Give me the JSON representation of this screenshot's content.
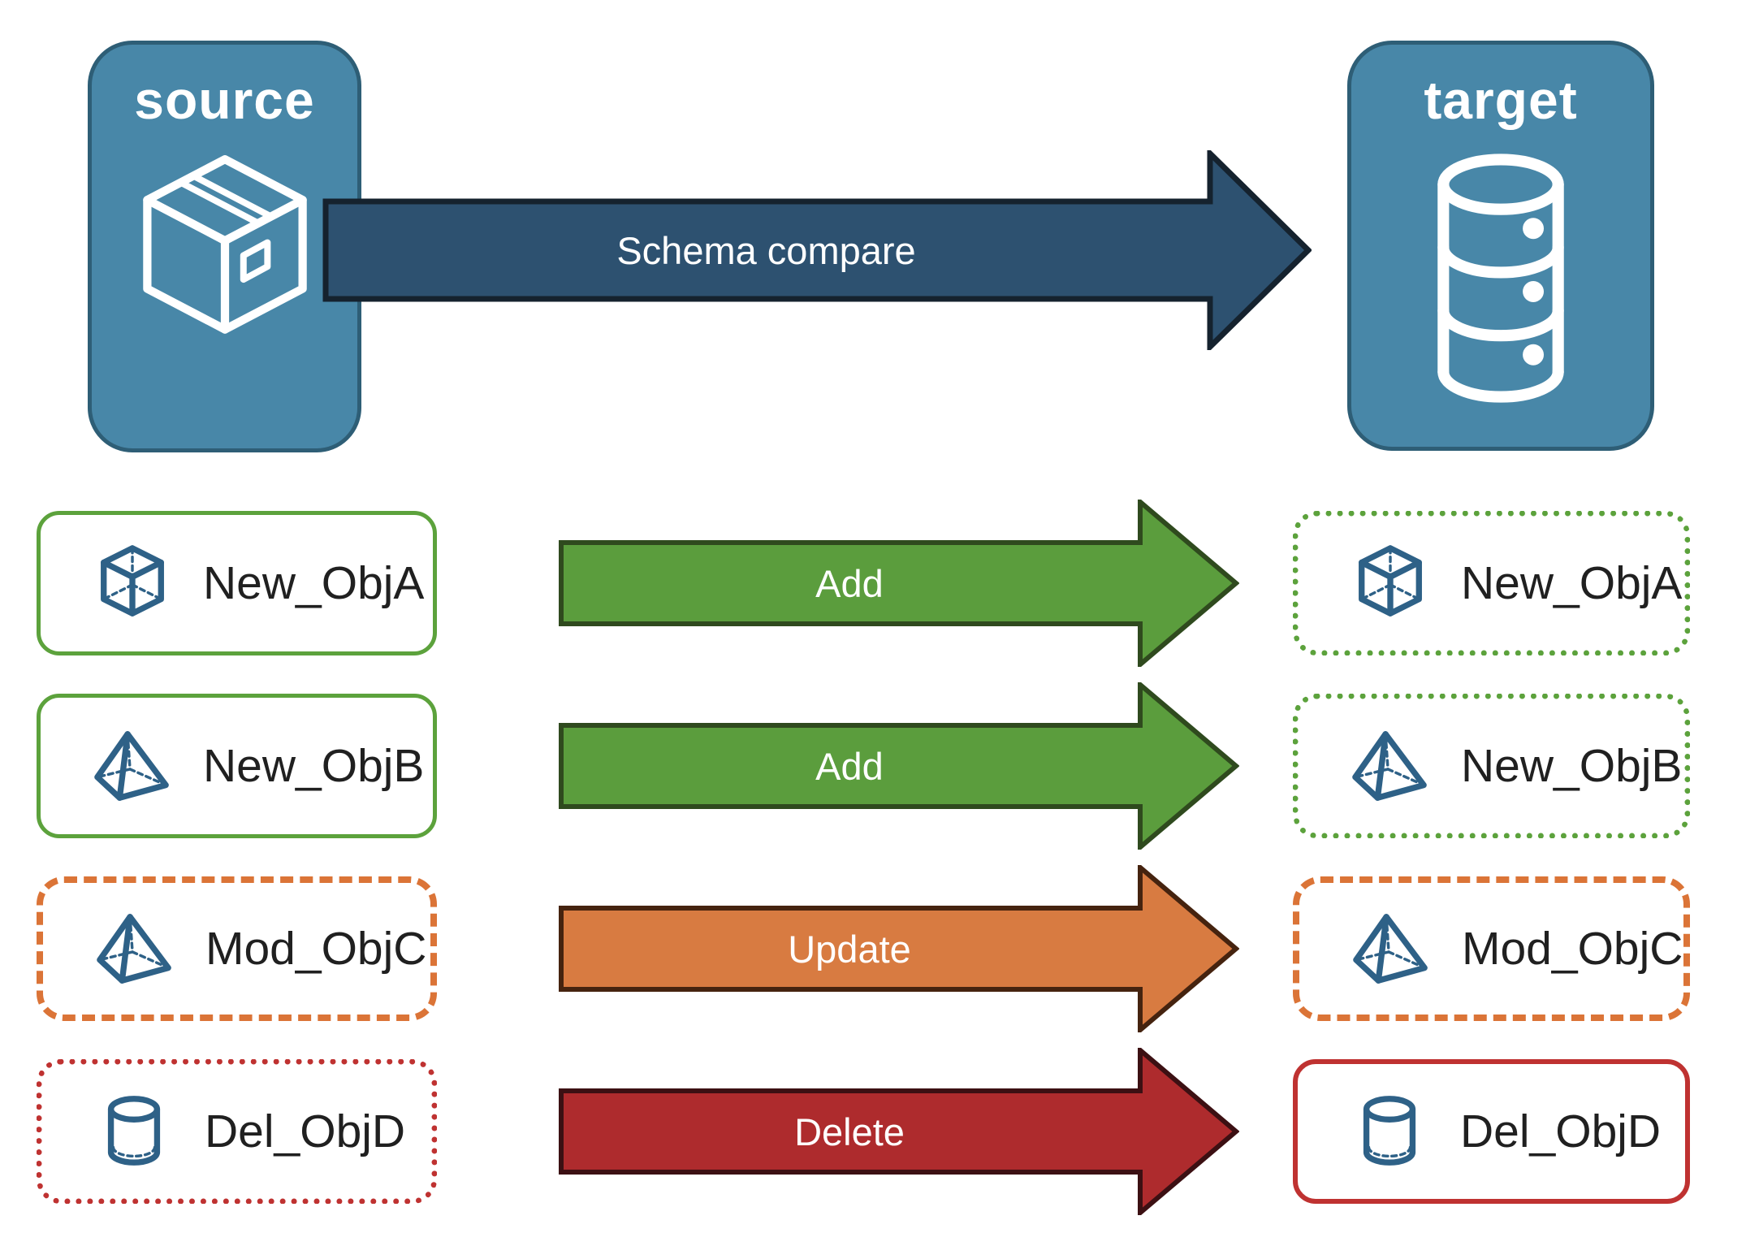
{
  "palette": {
    "canvas-bg": "#FFFFFF",
    "teal-fill": "#4887A8",
    "teal-border": "#2E5E76",
    "navy-fill": "#2D5170",
    "navy-border": "#15222E",
    "green-fill": "#5B9D3D",
    "green-border": "#2F4A1E",
    "orange-fill": "#D87B41",
    "orange-border": "#45230F",
    "red-fill": "#AE2B2D",
    "red-border": "#3C1013",
    "green-outline": "#5CA23C",
    "orange-outline": "#DB7437",
    "red-outline": "#BF3231",
    "icon-blue": "#2E6187",
    "label-color": "#202020"
  },
  "source_node": {
    "title": "source",
    "icon": "package-box-icon"
  },
  "target_node": {
    "title": "target",
    "icon": "database-icon"
  },
  "main_arrow": {
    "label": "Schema compare"
  },
  "rows": [
    {
      "source": {
        "label": "New_ObjA",
        "icon": "cube-icon",
        "border_style": "solid-green"
      },
      "arrow": {
        "label": "Add",
        "color": "green"
      },
      "target": {
        "label": "New_ObjA",
        "icon": "cube-icon",
        "border_style": "dotted-green"
      }
    },
    {
      "source": {
        "label": "New_ObjB",
        "icon": "pyramid-icon",
        "border_style": "solid-green"
      },
      "arrow": {
        "label": "Add",
        "color": "green"
      },
      "target": {
        "label": "New_ObjB",
        "icon": "pyramid-icon",
        "border_style": "dotted-green"
      }
    },
    {
      "source": {
        "label": "Mod_ObjC",
        "icon": "pyramid-icon",
        "border_style": "dashed-orange"
      },
      "arrow": {
        "label": "Update",
        "color": "orange"
      },
      "target": {
        "label": "Mod_ObjC",
        "icon": "pyramid-icon",
        "border_style": "dashed-orange"
      }
    },
    {
      "source": {
        "label": "Del_ObjD",
        "icon": "cylinder-icon",
        "border_style": "dotted-red"
      },
      "arrow": {
        "label": "Delete",
        "color": "red"
      },
      "target": {
        "label": "Del_ObjD",
        "icon": "cylinder-icon",
        "border_style": "solid-red"
      }
    }
  ]
}
